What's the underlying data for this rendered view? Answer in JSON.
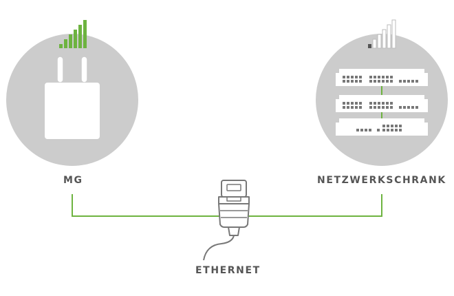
{
  "labels": {
    "mg": "MG",
    "cabinet": "NETZWERKSCHRANK",
    "connection": "ETHERNET"
  },
  "icons": {
    "mg_signal": "signal-strength-strong-icon",
    "cabinet_signal": "signal-strength-weak-icon",
    "mg_device": "router-device-icon",
    "cabinet_device": "network-rack-icon",
    "cable": "ethernet-plug-icon"
  },
  "colors": {
    "accent_green": "#6db33f",
    "circle_gray": "#cccccc",
    "stroke_gray": "#777777",
    "text_gray": "#555555"
  }
}
